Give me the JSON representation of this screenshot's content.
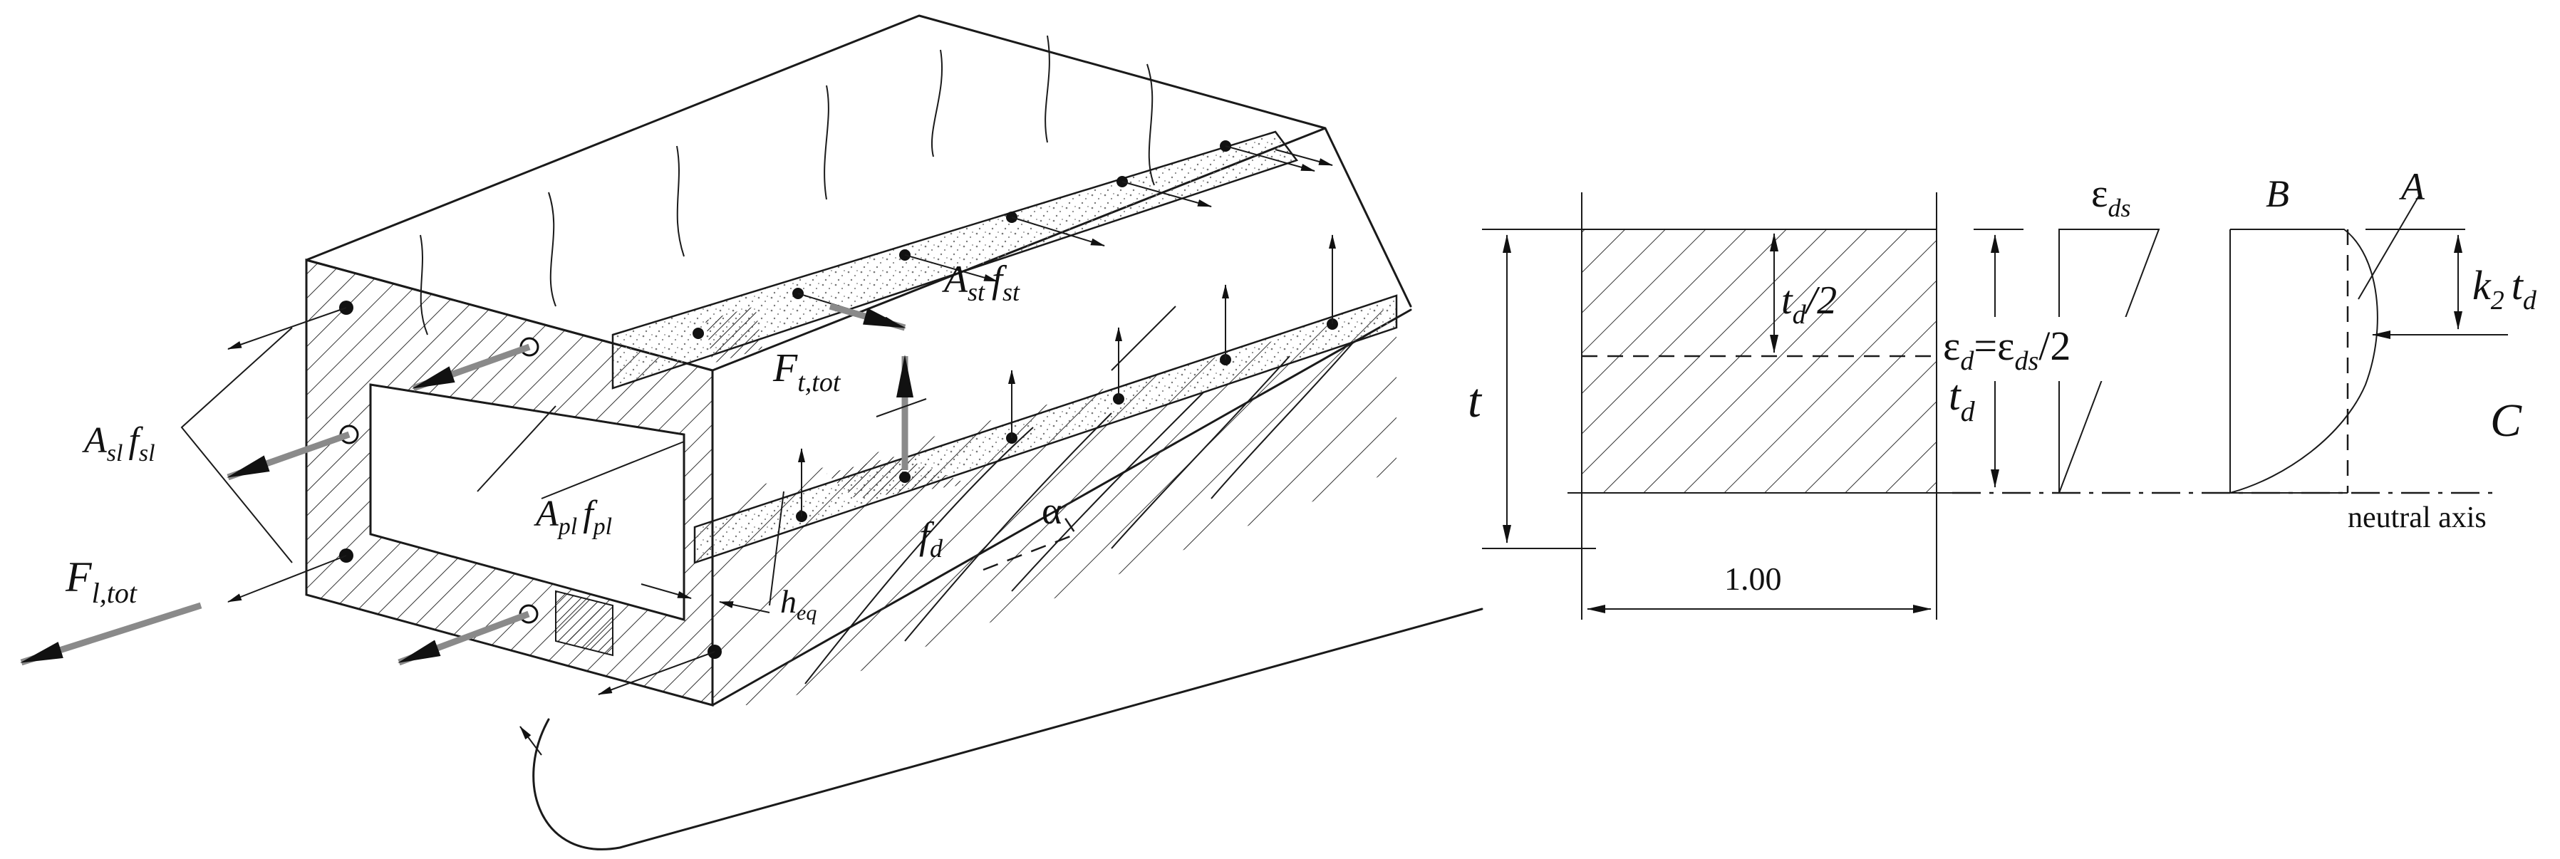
{
  "labels": {
    "A_sl": "A",
    "A_sl_sub": "sl",
    "f_sl": "f",
    "f_sl_sub": "sl",
    "F_l": "F",
    "F_l_sub": "l,tot",
    "A_pl": "A",
    "A_pl_sub": "pl",
    "f_pl": "f",
    "f_pl_sub": "pl",
    "h_eq": "h",
    "h_eq_sub": "eq",
    "f_d": "f",
    "f_d_sub": "d",
    "alpha": "α",
    "F_t": "F",
    "F_t_sub": "t,tot",
    "A_st": "A",
    "A_st_sub": "st",
    "f_st": "f",
    "f_st_sub": "st",
    "t": "t",
    "td_half": "t",
    "td_half_sub": "d",
    "td_half_tail": "/2",
    "td": "t",
    "td_sub": "d",
    "width": "1.00",
    "eps_ds": "ε",
    "eps_ds_sub": "ds",
    "eps_d": "ε",
    "eps_d_sub": "d",
    "eps_d_eq": "=ε",
    "eps_d_eq_sub": "ds",
    "eps_d_tail": "/2",
    "B": "B",
    "A": "A",
    "k2": "k",
    "k2_sub": "2",
    "k2_t": "t",
    "k2_t_sub": "d",
    "C": "C",
    "neutral_axis": "neutral axis"
  }
}
